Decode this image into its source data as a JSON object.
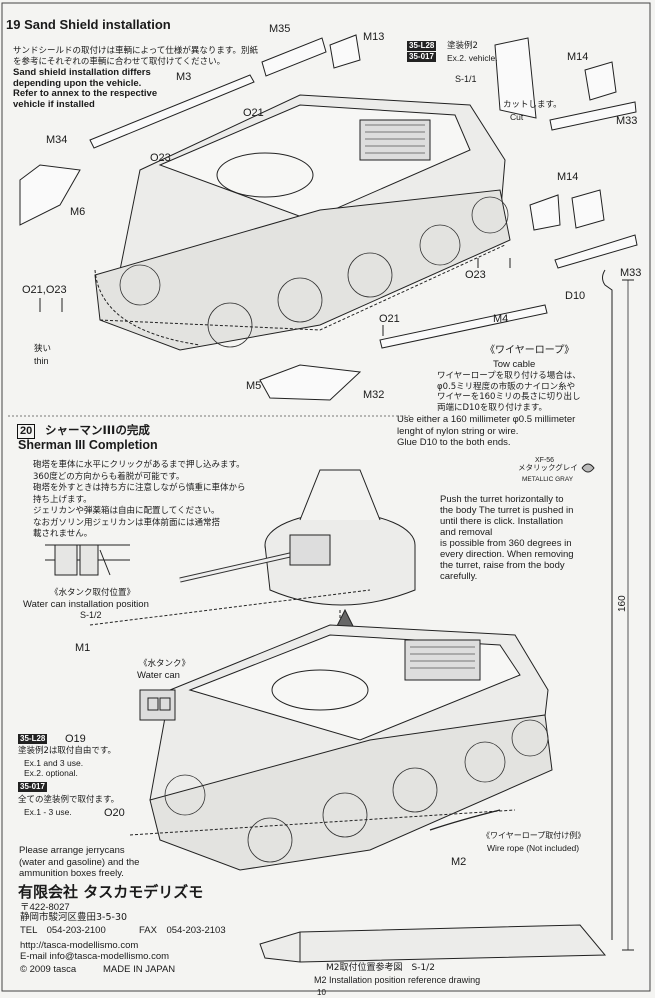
{
  "step19": {
    "number": "19",
    "title": "Sand Shield installation",
    "jp_note": [
      "サンドシールドの取付けは車輌によって仕様が異なります。別紙",
      "を参考にそれぞれの車輌に合わせて取付けてください。"
    ],
    "en_note": [
      "Sand shield installation differs",
      "depending upon the vehicle.",
      "Refer to annex to the respective",
      "vehicle if installed"
    ],
    "paint_code_1": "35-L28",
    "paint_code_2": "35-017",
    "paint_label_jp": "塗装例2",
    "paint_label_en": "Ex.2. vehicle.",
    "cut_jp": "カットします。",
    "cut_en": "Cut",
    "s_ref": "S-1/1",
    "thin_jp": "狭い",
    "thin_en": "thin",
    "parts": {
      "m35": "M35",
      "m13": "M13",
      "m3": "M3",
      "o21a": "O21",
      "m14a": "M14",
      "m33a": "M33",
      "m34": "M34",
      "o23a": "O23",
      "m6": "M6",
      "m14b": "M14",
      "m33b": "M33",
      "o21o23": "O21,O23",
      "o23b": "O23",
      "d10": "D10",
      "m4": "M4",
      "o21b": "O21",
      "m5": "M5",
      "m32": "M32"
    },
    "tow": {
      "jp_title": "《ワイヤーロープ》",
      "en_title": "Tow cable",
      "jp_body": [
        "ワイヤーロープを取り付ける場合は、",
        "φ0.5ミリ程度の市販のナイロン糸や",
        "ワイヤーを160ミリの長さに切り出し",
        "両端にD10を取り付けます。"
      ],
      "en_body": [
        "Use either a 160 millimeter φ0.5 millimeter",
        "lenght of nylon string or wire.",
        "Glue D10 to the both ends."
      ],
      "paint_code": "XF-56",
      "paint_jp": "メタリックグレイ",
      "paint_en": "METALLIC GRAY",
      "length": "160"
    }
  },
  "step20": {
    "number": "20",
    "title_jp": "シャーマンIIIの完成",
    "title_en": "Sherman III Completion",
    "jp_note": [
      "砲塔を車体に水平にクリックがあるまで押し込みます。",
      "360度どの方向からも着脱が可能です。",
      "砲塔を外すときは持ち方に注意しながら慎重に車体から",
      "持ち上げます。",
      "ジェリカンや弾薬箱は自由に配置してください。",
      "なおガソリン用ジェリカンは車体前面には通常搭",
      "載されません。"
    ],
    "turret_en": [
      "Push the turret horizontally to",
      "the body The turret is pushed in",
      "until there is click. Installation",
      "and removal",
      "is possible from 360 degrees in",
      "every direction. When removing",
      "the turret, raise from the body",
      "carefully."
    ],
    "water_pos_jp": "《水タンク取付位置》",
    "water_pos_en": "Water can installation position",
    "water_pos_ref": "S-1/2",
    "water_jp": "《水タンク》",
    "water_en": "Water can",
    "m1": "M1",
    "o19": "O19",
    "o20": "O20",
    "m2": "M2",
    "code_a": "35-L28",
    "code_b": "35-017",
    "code_a_jp": "塗装例2は取付自由です。",
    "code_a_en": [
      "Ex.1 and 3 use.",
      "Ex.2. optional."
    ],
    "code_b_jp": "全ての塗装例で取付ます。",
    "code_b_en": "Ex.1 - 3 use.",
    "wire_jp": "《ワイヤーロープ取付け例》",
    "wire_en": "Wire rope (Not included)",
    "jerry_en": [
      "Please arrange jerrycans",
      "(water and gasoline) and the",
      "ammunition boxes freely."
    ],
    "m2_ref_jp": "M2取付位置参考図　S-1/2",
    "m2_ref_en": "M2 Installation position reference drawing"
  },
  "company": {
    "name_jp": "有限会社 タスカモデリズモ",
    "postal": "〒422-8027",
    "address_jp": "静岡市駿河区豊田3-5-30",
    "tel": "TEL　054-203-2100",
    "fax": "FAX　054-203-2103",
    "url": "http://tasca-modellismo.com",
    "email": "E-mail info@tasca-modellismo.com",
    "copyright": "© 2009 tasca",
    "made_in": "MADE IN JAPAN"
  },
  "page_number": "10"
}
